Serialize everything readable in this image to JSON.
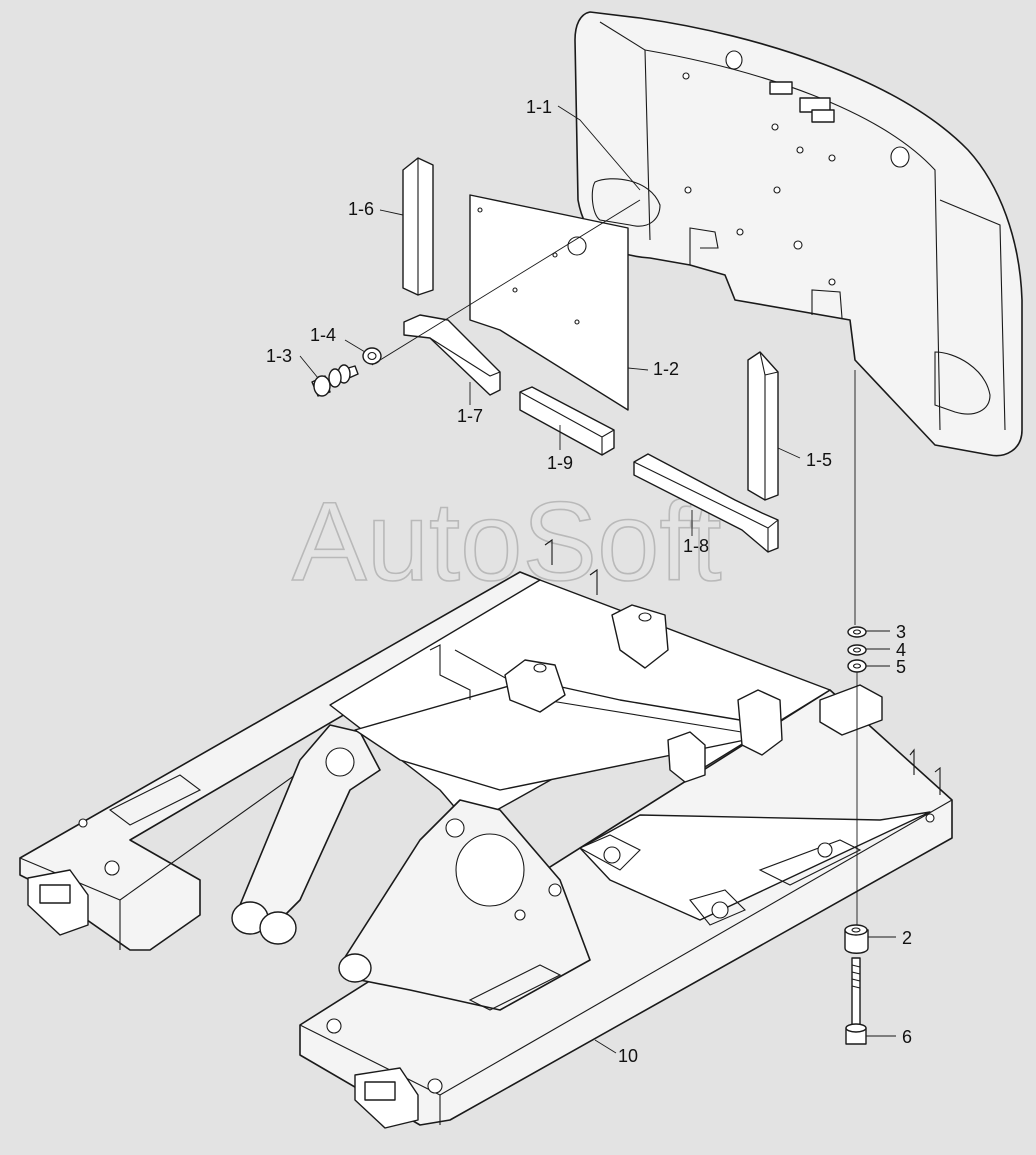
{
  "watermark": "AutoSoft",
  "labels": {
    "l1_1": "1-1",
    "l1_2": "1-2",
    "l1_3": "1-3",
    "l1_4": "1-4",
    "l1_5": "1-5",
    "l1_6": "1-6",
    "l1_7": "1-7",
    "l1_8": "1-8",
    "l1_9": "1-9",
    "l2": "2",
    "l3": "3",
    "l4": "4",
    "l5": "5",
    "l6": "6",
    "l10": "10"
  }
}
